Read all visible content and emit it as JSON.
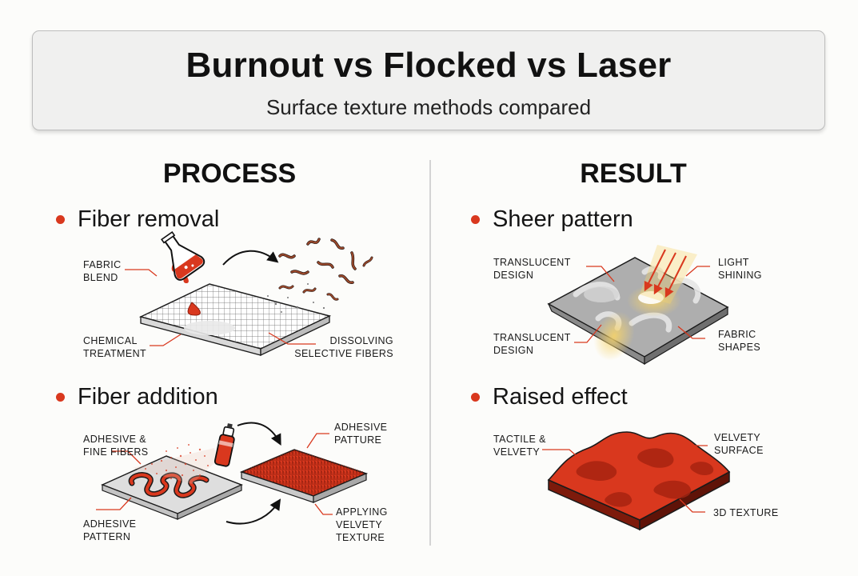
{
  "header": {
    "title": "Burnout vs Flocked vs Laser",
    "subtitle": "Surface texture methods compared"
  },
  "columns": {
    "process": "PROCESS",
    "result": "RESULT"
  },
  "process": {
    "removal": {
      "heading": "Fiber removal",
      "labels": {
        "fabric_blend": [
          "FABRIC",
          "BLEND"
        ],
        "chemical_treatment": [
          "CHEMICAL",
          "TREATMENT"
        ],
        "dissolving": [
          "DISSOLVING",
          "SELECTIVE FIBERS"
        ]
      }
    },
    "addition": {
      "heading": "Fiber addition",
      "labels": {
        "adhesive_fibers": [
          "ADHESIVE &",
          "FINE FIBERS"
        ],
        "adhesive_patture": [
          "ADHESIVE",
          "PATTURE"
        ],
        "adhesive_pattern": [
          "ADHESIVE",
          "PATTERN"
        ],
        "applying": [
          "APPLYING",
          "VELVETY",
          "TEXTURE"
        ]
      }
    }
  },
  "result": {
    "sheer": {
      "heading": "Sheer pattern",
      "labels": {
        "translucent_top": [
          "TRANSLUCENT",
          "DESIGN"
        ],
        "light_shining": [
          "LIGHT",
          "SHINING"
        ],
        "translucent_bottom": [
          "TRANSLUCENT",
          "DESIGN"
        ],
        "fabric_shapes": [
          "FABRIC",
          "SHAPES"
        ]
      }
    },
    "raised": {
      "heading": "Raised effect",
      "labels": {
        "tactile": [
          "TACTILE &",
          "VELVETY"
        ],
        "velvety_surface": [
          "VELVETY",
          "SURFACE"
        ],
        "texture_3d": [
          "3D TEXTURE"
        ]
      }
    }
  },
  "colors": {
    "accent": "#d9381e",
    "dark_red": "#a82411",
    "leader": "#d9381e",
    "ink": "#161616",
    "glow": "#f3c64a"
  },
  "icons": {
    "flask": "chemical-flask-icon",
    "spray": "spray-can-icon",
    "arrow": "curved-arrow-icon"
  }
}
